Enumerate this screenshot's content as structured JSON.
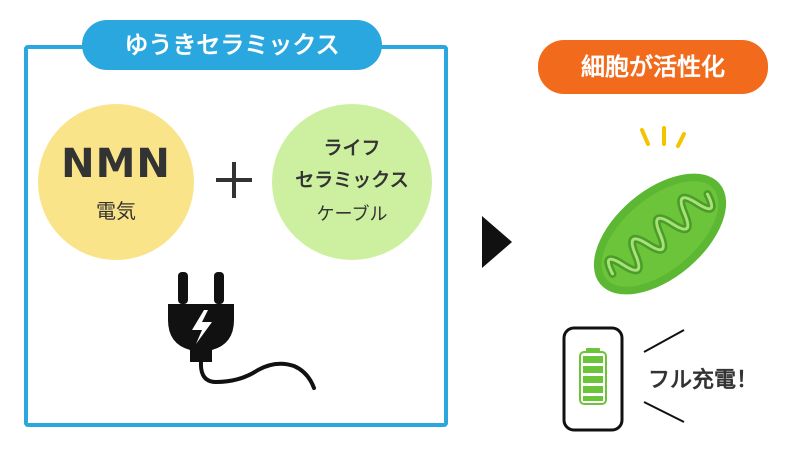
{
  "left_panel": {
    "label": "ゆうきセラミックス",
    "nmn_circle": {
      "title": "NMN",
      "subtitle": "電気"
    },
    "plus_symbol": "+",
    "ceramic_circle": {
      "line1": "ライフ",
      "line2": "セラミックス",
      "line3": "ケーブル"
    }
  },
  "right_panel": {
    "label": "細胞が活性化",
    "battery_text": "フル充電！"
  },
  "colors": {
    "frame_blue": "#2aa7df",
    "orange": "#f26b1d",
    "nmn_yellow": "#fae48a",
    "ceramic_green": "#cdf0a0",
    "mito_green": "#5cb833",
    "spark_yellow": "#f5c400",
    "battery_green": "#6cc43a"
  },
  "icons": [
    "plug-icon",
    "arrow-right-icon",
    "mitochondria-icon",
    "smartphone-battery-icon"
  ]
}
